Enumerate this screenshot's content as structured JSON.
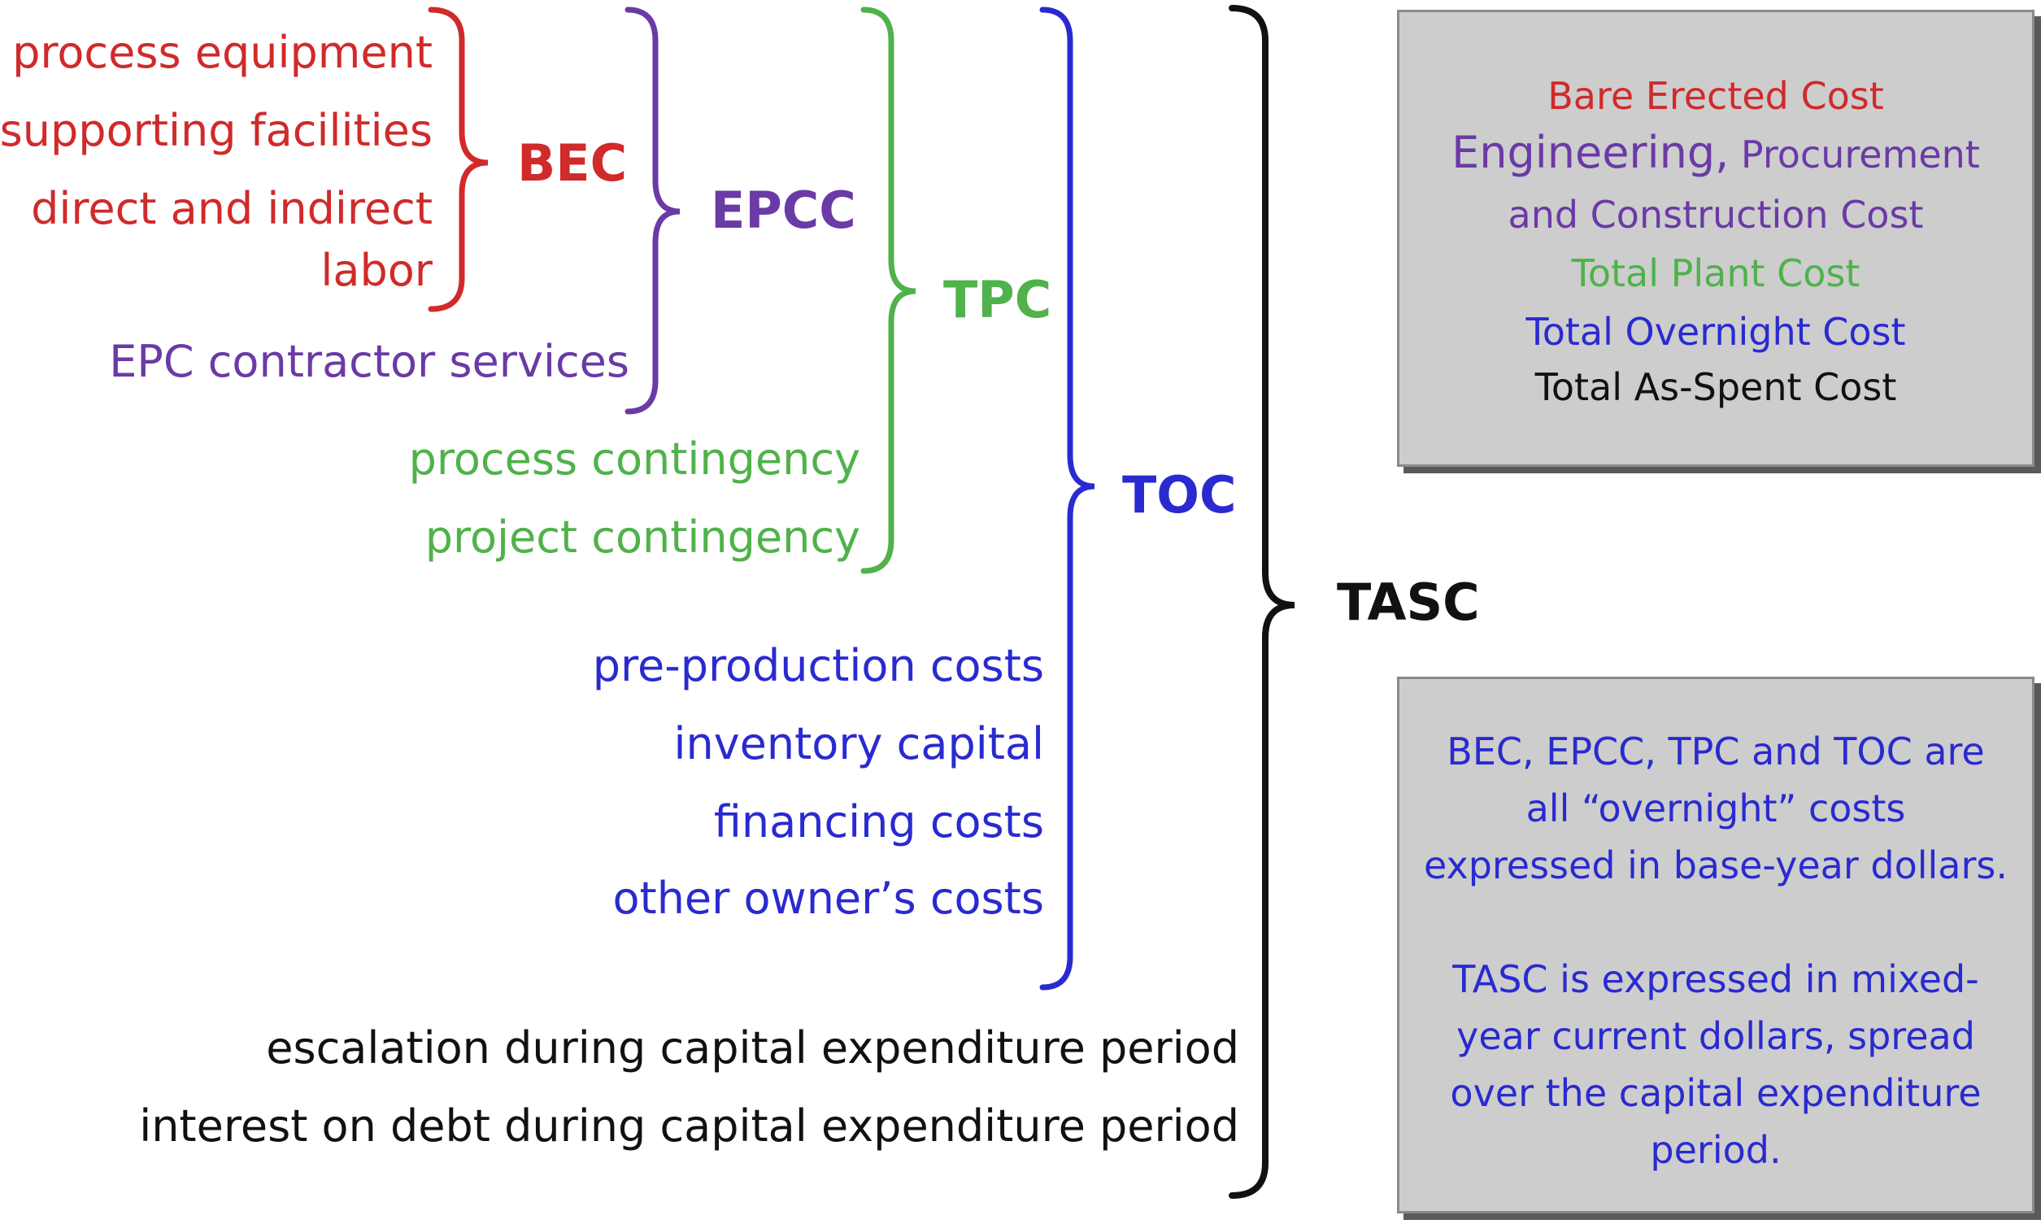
{
  "items": {
    "process_equipment": "process equipment",
    "supporting_facilities": "supporting facilities",
    "direct_indirect": "direct and indirect",
    "labor": "labor",
    "epc_services": "EPC contractor services",
    "process_contingency": "process contingency",
    "project_contingency": "project contingency",
    "preproduction": "pre-production costs",
    "inventory": "inventory capital",
    "financing": "financing costs",
    "other_owner": "other owner’s costs",
    "escalation": "escalation during capital expenditure period",
    "interest": "interest on debt during capital expenditure period"
  },
  "abbreviations": {
    "bec": "BEC",
    "epcc": "EPCC",
    "tpc": "TPC",
    "toc": "TOC",
    "tasc": "TASC"
  },
  "legend_box": {
    "bec": "Bare Erected Cost",
    "epcc_line1_big": "Engineering,",
    "epcc_line1_rest": "Procurement",
    "epcc_line2": "and Construction Cost",
    "tpc": "Total Plant Cost",
    "toc": "Total Overnight Cost",
    "tasc": "Total As-Spent Cost"
  },
  "note_box": {
    "lines": [
      "BEC, EPCC, TPC and TOC are",
      "all “overnight” costs",
      "expressed in base-year dollars.",
      "TASC is expressed in mixed-",
      "year current dollars, spread",
      "over the capital expenditure",
      "period."
    ]
  },
  "colors": {
    "bec": "#d02a2a",
    "epcc": "#6a3aa6",
    "tpc": "#4fb24a",
    "toc": "#2a2ad0",
    "tasc": "#111111"
  }
}
